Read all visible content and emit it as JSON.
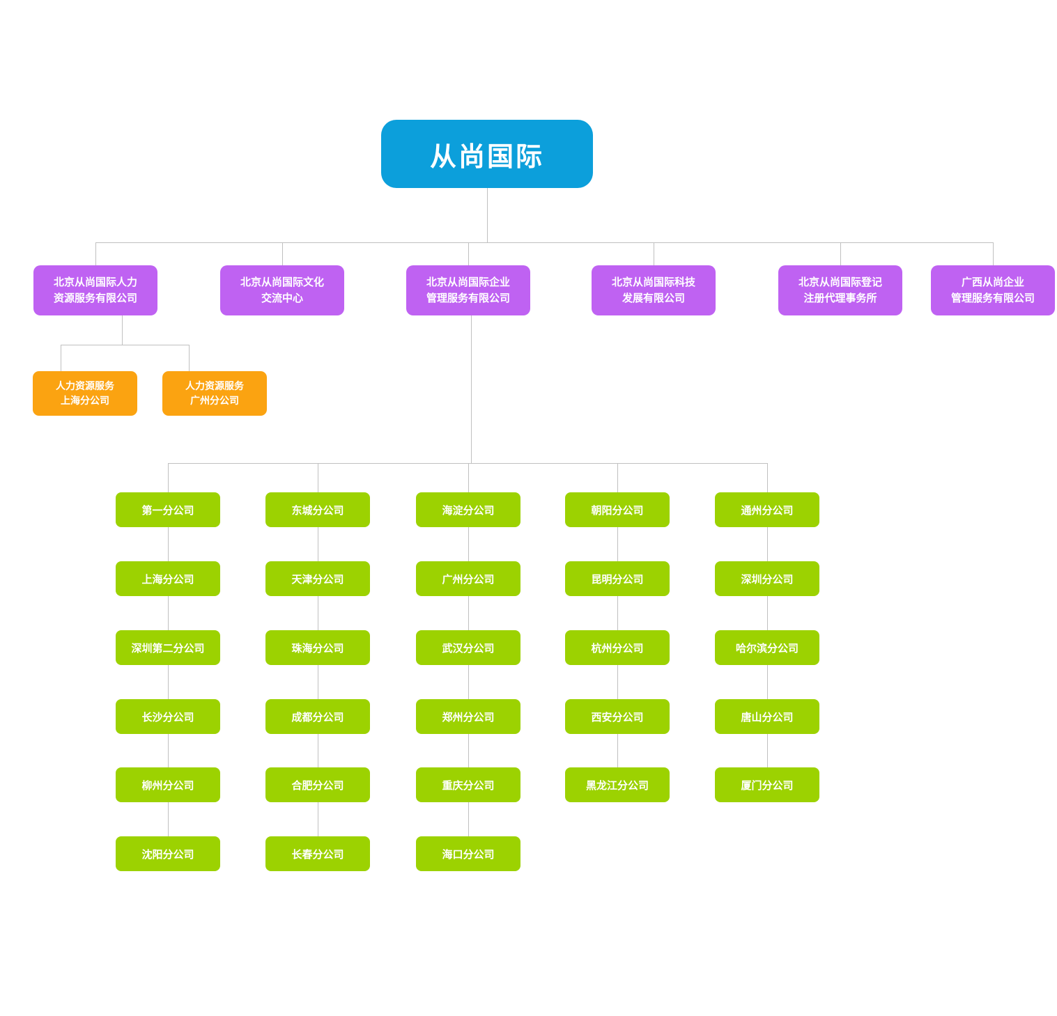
{
  "root": {
    "label": "从尚国际"
  },
  "level2": [
    {
      "line1": "北京从尚国际人力",
      "line2": "资源服务有限公司"
    },
    {
      "line1": "北京从尚国际文化",
      "line2": "交流中心"
    },
    {
      "line1": "北京从尚国际企业",
      "line2": "管理服务有限公司"
    },
    {
      "line1": "北京从尚国际科技",
      "line2": "发展有限公司"
    },
    {
      "line1": "北京从尚国际登记",
      "line2": "注册代理事务所"
    },
    {
      "line1": "广西从尚企业",
      "line2": "管理服务有限公司"
    }
  ],
  "hr_branches": [
    {
      "line1": "人力资源服务",
      "line2": "上海分公司"
    },
    {
      "line1": "人力资源服务",
      "line2": "广州分公司"
    }
  ],
  "columns": [
    {
      "items": [
        "第一分公司",
        "上海分公司",
        "深圳第二分公司",
        "长沙分公司",
        "柳州分公司",
        "沈阳分公司"
      ]
    },
    {
      "items": [
        "东城分公司",
        "天津分公司",
        "珠海分公司",
        "成都分公司",
        "合肥分公司",
        "长春分公司"
      ]
    },
    {
      "items": [
        "海淀分公司",
        "广州分公司",
        "武汉分公司",
        "郑州分公司",
        "重庆分公司",
        "海口分公司"
      ]
    },
    {
      "items": [
        "朝阳分公司",
        "昆明分公司",
        "杭州分公司",
        "西安分公司",
        "黑龙江分公司"
      ]
    },
    {
      "items": [
        "通州分公司",
        "深圳分公司",
        "哈尔滨分公司",
        "唐山分公司",
        "厦门分公司"
      ]
    }
  ],
  "colors": {
    "root_bg": "#0c9fdb",
    "level2_bg": "#bf62f2",
    "hr_branch_bg": "#fba311",
    "subsidiary_bg": "#9cd201",
    "connector": "#c0c0c0",
    "text": "#ffffff"
  }
}
